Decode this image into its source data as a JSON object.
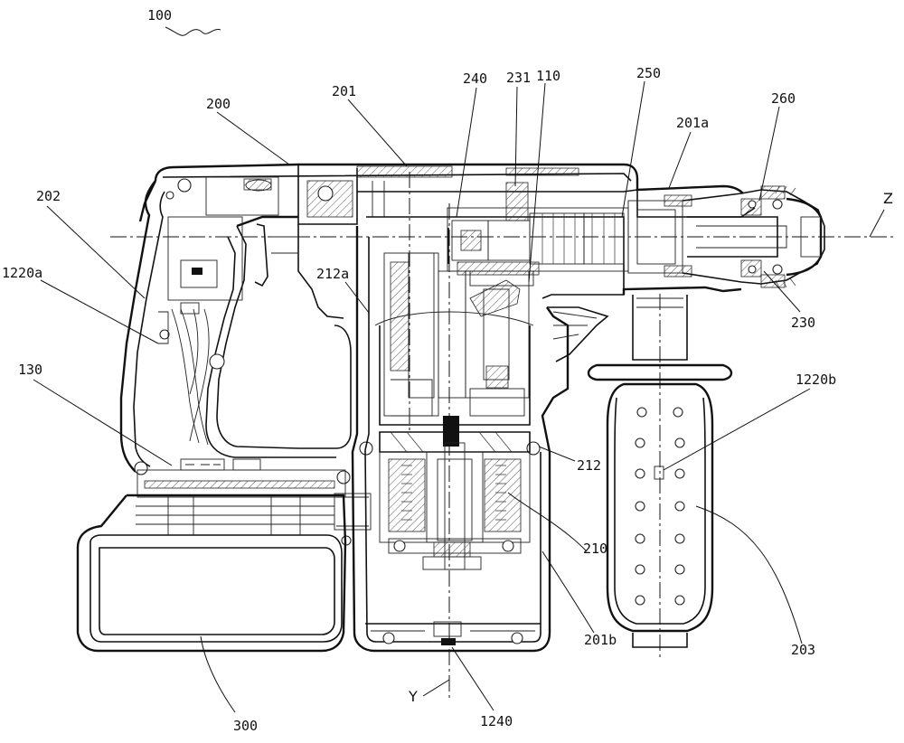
{
  "figure": {
    "labels": {
      "l100": "100",
      "l200": "200",
      "l201": "201",
      "l240": "240",
      "l231": "231",
      "l110": "110",
      "l250": "250",
      "l201a": "201a",
      "l260": "260",
      "lZ": "Z",
      "l202": "202",
      "l1220a": "1220a",
      "l212a": "212a",
      "l230": "230",
      "l130": "130",
      "l1220b": "1220b",
      "l212": "212",
      "l210": "210",
      "l203": "203",
      "l201b": "201b",
      "lY": "Y",
      "l300": "300",
      "l1240": "1240"
    }
  }
}
